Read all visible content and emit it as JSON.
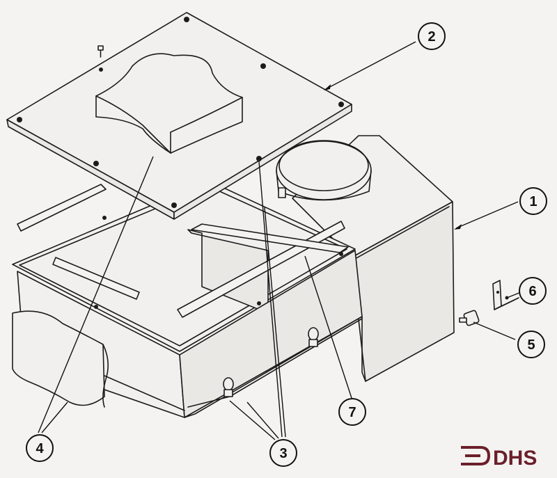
{
  "callouts": [
    {
      "id": "1",
      "label": "1"
    },
    {
      "id": "2",
      "label": "2"
    },
    {
      "id": "3",
      "label": "3"
    },
    {
      "id": "4",
      "label": "4"
    },
    {
      "id": "5",
      "label": "5"
    },
    {
      "id": "6",
      "label": "6"
    },
    {
      "id": "7",
      "label": "7"
    }
  ],
  "logo": {
    "text": "DHS",
    "color": "#6b1f2a"
  },
  "colors": {
    "line": "#1b1b1b",
    "paper": "#f4f3f1"
  }
}
